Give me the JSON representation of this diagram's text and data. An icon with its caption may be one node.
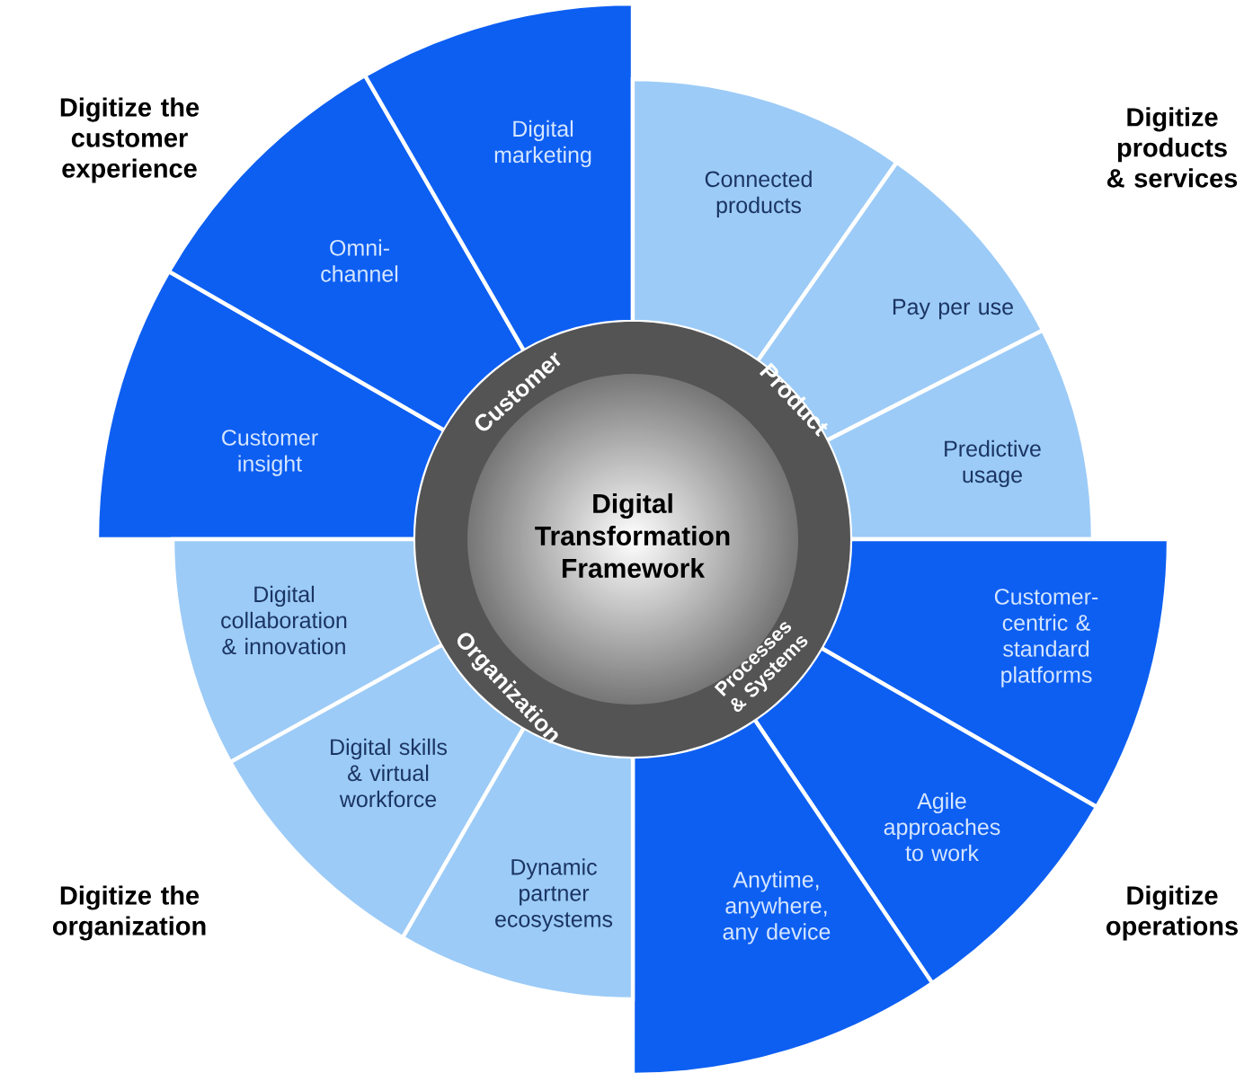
{
  "diagram": {
    "nodes": [
      {
        "text": [
          "Digital Transformation Framework",
          "Customer",
          "Product",
          "Processes & Systems",
          "Organization"
        ]
      },
      {
        "text": [
          "Digitize the customer experience"
        ]
      },
      {
        "text": [
          "Customer insight"
        ],
        "in": 1
      },
      {
        "text": [
          "Omni-channel"
        ],
        "in": 1
      },
      {
        "text": [
          "Digital marketing"
        ],
        "in": 1
      },
      {
        "text": [
          "Digitize products & services"
        ]
      },
      {
        "text": [
          "Connected products"
        ],
        "in": 5
      },
      {
        "text": [
          "Pay per use"
        ],
        "in": 5
      },
      {
        "text": [
          "Predictive usage"
        ],
        "in": 5
      },
      {
        "text": [
          "Digitize operations"
        ]
      },
      {
        "text": [
          "Customer-centric & standard platforms"
        ],
        "in": 9
      },
      {
        "text": [
          "Agile approaches to work"
        ],
        "in": 9
      },
      {
        "text": [
          "Anytime, anywhere, any device"
        ],
        "in": 9
      },
      {
        "text": [
          "Digitize the organization"
        ]
      },
      {
        "text": [
          "Digital collaboration & innovation"
        ],
        "in": 13
      },
      {
        "text": [
          "Digital skills & virtual workforce"
        ],
        "in": 13
      },
      {
        "text": [
          "Dynamic partner ecosystems"
        ],
        "in": 13
      }
    ]
  }
}
